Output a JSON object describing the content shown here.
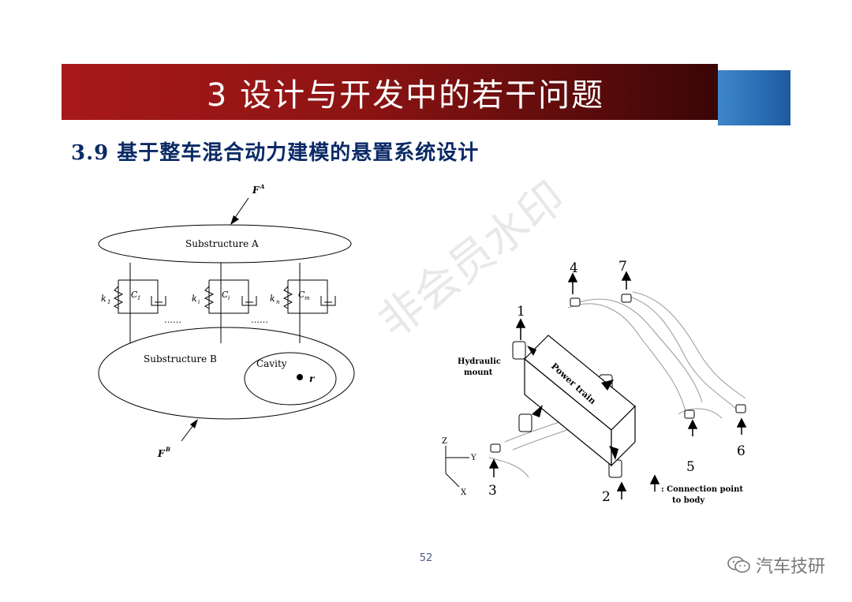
{
  "header": {
    "title": "3   设计与开发中的若干问题",
    "subtitle": "3.9 基于整车混合动力建模的悬置系统设计"
  },
  "left_figure": {
    "force_top": "F",
    "force_top_sup": "A",
    "force_bottom": "F",
    "force_bottom_sup": "B",
    "substructure_a": "Substructure A",
    "substructure_b": "Substructure B",
    "cavity": "Cavity",
    "point": "r",
    "springs": [
      {
        "k": "k",
        "k_sub": "1",
        "c": "C",
        "c_sub": "1"
      },
      {
        "k": "k",
        "k_sub": "i",
        "c": "C",
        "c_sub": "i"
      },
      {
        "k": "k",
        "k_sub": "n",
        "c": "C",
        "c_sub": "m"
      }
    ],
    "ellipsis": "……"
  },
  "right_figure": {
    "points": [
      "1",
      "2",
      "3",
      "4",
      "5",
      "6",
      "7"
    ],
    "hydraulic_mount": "Hydraulic",
    "hydraulic_mount_2": "mount",
    "power_train": "Power train",
    "legend": ": Connection point",
    "legend_2": "to body",
    "axes": [
      "Z",
      "Y",
      "X"
    ]
  },
  "footer": {
    "page_number": "52",
    "brand": "汽车技研"
  },
  "watermark": "非会员水印",
  "colors": {
    "banner_red": "#8d1413",
    "banner_blue": "#2a6db4",
    "subtitle": "#0b2a66"
  }
}
